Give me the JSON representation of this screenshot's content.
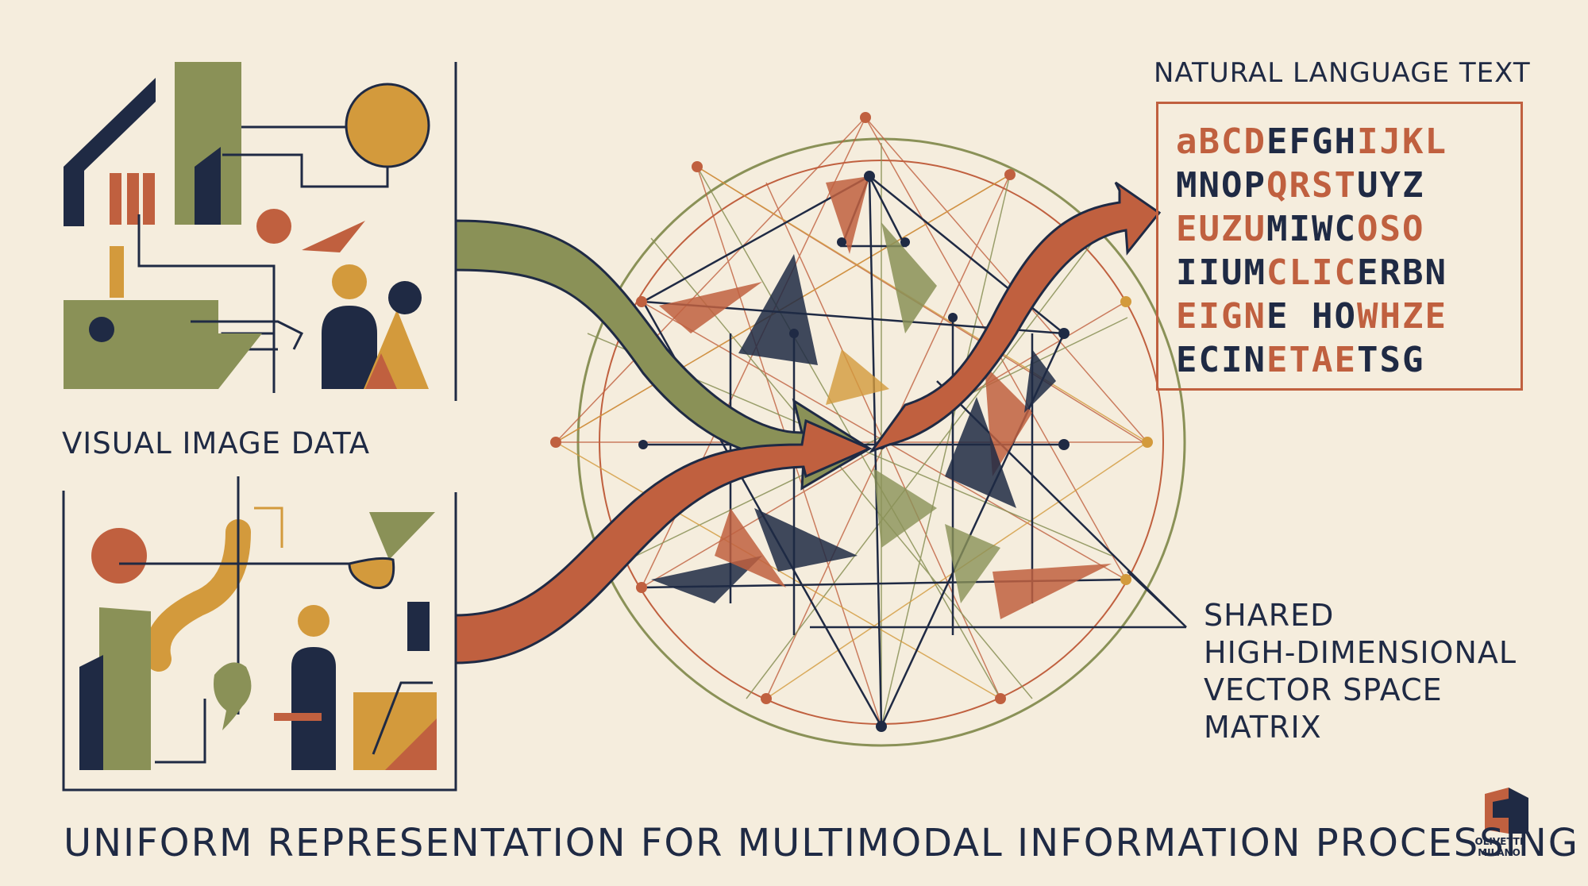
{
  "labels": {
    "visual": "VISUAL IMAGE DATA",
    "natural": "NATURAL LANGUAGE TEXT",
    "shared_line1": "SHARED",
    "shared_line2": "HIGH-DIMENSIONAL",
    "shared_line3": "VECTOR SPACE MATRIX",
    "footer": "UNIFORM REPRESENTATION FOR MULTIMODAL INFORMATION PROCESSING"
  },
  "glyph_rows": [
    "aBCDEFGHIJKL",
    "MNOPQRSTUYZ",
    "EUZUMIWCOSO",
    "IIUMCLICERBN",
    "EIGNE HOWHZE",
    "ECINETAETSG"
  ],
  "brand": {
    "line1": "OLIVETTI",
    "line2": "MILANO"
  },
  "colors": {
    "background": "#f5eddd",
    "navy": "#1f2a44",
    "terracotta": "#c0603f",
    "olive": "#8a9157",
    "ochre": "#d39a3c"
  }
}
